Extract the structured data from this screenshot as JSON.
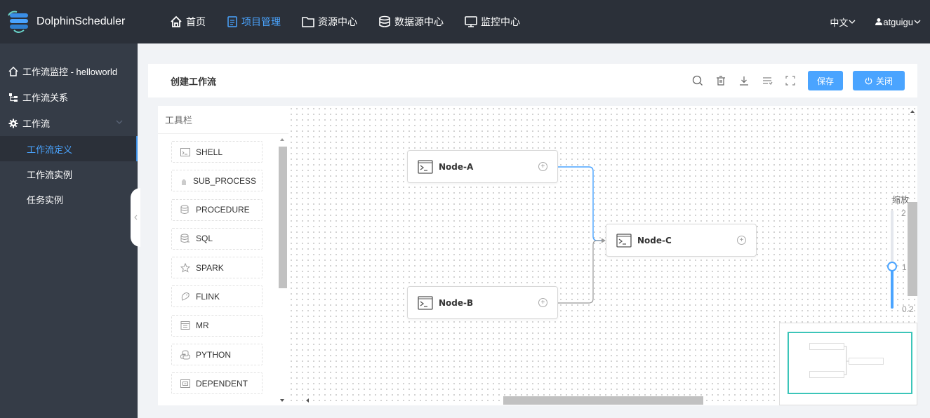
{
  "app": {
    "name": "DolphinScheduler"
  },
  "nav": [
    {
      "label": "首页",
      "icon": "home-icon",
      "active": false
    },
    {
      "label": "项目管理",
      "icon": "document-icon",
      "active": true
    },
    {
      "label": "资源中心",
      "icon": "folder-icon",
      "active": false
    },
    {
      "label": "数据源中心",
      "icon": "database-icon",
      "active": false
    },
    {
      "label": "监控中心",
      "icon": "monitor-icon",
      "active": false
    }
  ],
  "topRight": {
    "language": "中文",
    "user": "atguigu"
  },
  "sidebar": {
    "items": [
      {
        "label": "工作流监控 - helloworld",
        "icon": "home-icon"
      },
      {
        "label": "工作流关系",
        "icon": "hierarchy-icon"
      },
      {
        "label": "工作流",
        "icon": "gear-icon"
      }
    ],
    "subItems": [
      {
        "label": "工作流定义",
        "active": true
      },
      {
        "label": "工作流实例",
        "active": false
      },
      {
        "label": "任务实例",
        "active": false
      }
    ]
  },
  "header": {
    "title": "创建工作流",
    "save_label": "保存",
    "close_label": "关闭"
  },
  "toolbar": {
    "title": "工具栏",
    "items": [
      {
        "label": "SHELL",
        "icon": "terminal-icon"
      },
      {
        "label": "SUB_PROCESS",
        "icon": "sub-process-icon"
      },
      {
        "label": "PROCEDURE",
        "icon": "procedure-icon"
      },
      {
        "label": "SQL",
        "icon": "sql-icon"
      },
      {
        "label": "SPARK",
        "icon": "spark-icon"
      },
      {
        "label": "FLINK",
        "icon": "flink-icon"
      },
      {
        "label": "MR",
        "icon": "mapreduce-icon"
      },
      {
        "label": "PYTHON",
        "icon": "python-icon"
      },
      {
        "label": "DEPENDENT",
        "icon": "dependent-icon"
      }
    ]
  },
  "dag": {
    "nodes": [
      {
        "label": "Node-A"
      },
      {
        "label": "Node-B"
      },
      {
        "label": "Node-C"
      }
    ]
  },
  "zoom": {
    "label": "缩放",
    "max": "2",
    "current": "1",
    "min": "0.2"
  },
  "colors": {
    "topbar": "#2b3039",
    "sidebar": "#353c47",
    "accent": "#4aa4ff",
    "minimap_frame": "#3cc5b9"
  }
}
